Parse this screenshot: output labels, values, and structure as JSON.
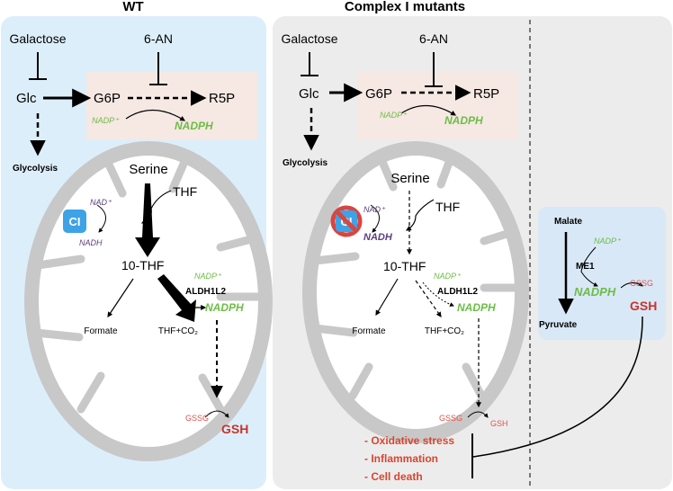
{
  "titles": {
    "wt": "WT",
    "mutants": "Complex I mutants"
  },
  "colors": {
    "wt_panel": "#ddeefb",
    "mut_panel": "#ececec",
    "ppp_box": "#f6e8e2",
    "malate_box": "#d9e8f7",
    "mito_fill": "#ffffff",
    "mito_stroke": "#c8c8c8",
    "ci_blue": "#3ea3e6",
    "block_red": "#d9453f",
    "nadph_green": "#6cbd45",
    "nadh_purple": "#5c3f7e",
    "gsh_red": "#c9342a"
  },
  "wt": {
    "galactose": "Galactose",
    "an6": "6-AN",
    "glc": "Glc",
    "g6p": "G6P",
    "r5p": "R5P",
    "nadp_plus": "NADP⁺",
    "nadph": "NADPH",
    "glycolysis": "Glycolysis",
    "serine": "Serine",
    "thf": "THF",
    "nad_plus": "NAD⁺",
    "nadh": "NADH",
    "ci": "CI",
    "ten_thf": "10-THF",
    "mito_nadp_plus": "NADP⁺",
    "aldh1l2": "ALDH1L2",
    "mito_nadph": "NADPH",
    "formate": "Formate",
    "thf_co2": "THF+CO₂",
    "gssg": "GSSG",
    "gsh": "GSH"
  },
  "mutants": {
    "galactose": "Galactose",
    "an6": "6-AN",
    "glc": "Glc",
    "g6p": "G6P",
    "r5p": "R5P",
    "nadp_plus": "NADP⁺",
    "nadph": "NADPH",
    "glycolysis": "Glycolysis",
    "serine": "Serine",
    "thf": "THF",
    "nad_plus": "NAD⁺",
    "nadh": "NADH",
    "ci": "CI",
    "ten_thf": "10-THF",
    "mito_nadp_plus": "NADP⁺",
    "aldh1l2": "ALDH1L2",
    "mito_nadph": "NADPH",
    "formate": "Formate",
    "thf_co2": "THF+CO₂",
    "gssg": "GSSG",
    "gsh": "GSH",
    "outcomes": [
      "- Oxidative stress",
      "- Inflammation",
      "- Cell death"
    ],
    "malate_box": {
      "malate": "Malate",
      "nadp_plus": "NADP⁺",
      "me1": "ME1",
      "nadph": "NADPH",
      "pyruvate": "Pyruvate",
      "gssg": "GSSG",
      "gsh": "GSH"
    }
  }
}
